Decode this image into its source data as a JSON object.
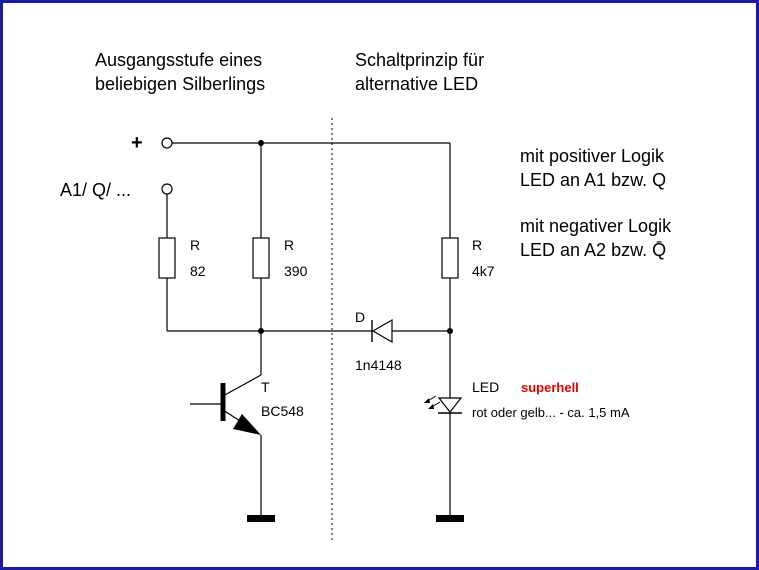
{
  "headings": {
    "left_line1": "Ausgangsstufe eines",
    "left_line2": "beliebigen Silberlings",
    "right_line1": "Schaltprinzip für",
    "right_line2": "alternative LED"
  },
  "terminals": {
    "plus": "+",
    "output": "A1/ Q/ ..."
  },
  "notes": {
    "pos_line1": "mit positiver Logik",
    "pos_line2": "LED an A1 bzw. Q",
    "neg_line1": "mit negativer Logik",
    "neg_line2": "LED an A2 bzw. Q̄"
  },
  "components": {
    "r1": {
      "name": "R",
      "value": "82"
    },
    "r2": {
      "name": "R",
      "value": "390"
    },
    "r3": {
      "name": "R",
      "value": "4k7"
    },
    "diode": {
      "name": "D",
      "value": "1n4148"
    },
    "transistor": {
      "name": "T",
      "value": "BC548"
    },
    "led": {
      "name": "LED",
      "highlight": "superhell",
      "desc": "rot oder gelb... - ca. 1,5 mA"
    }
  },
  "colors": {
    "frame": "#1a1aa8",
    "highlight": "#e00000"
  }
}
